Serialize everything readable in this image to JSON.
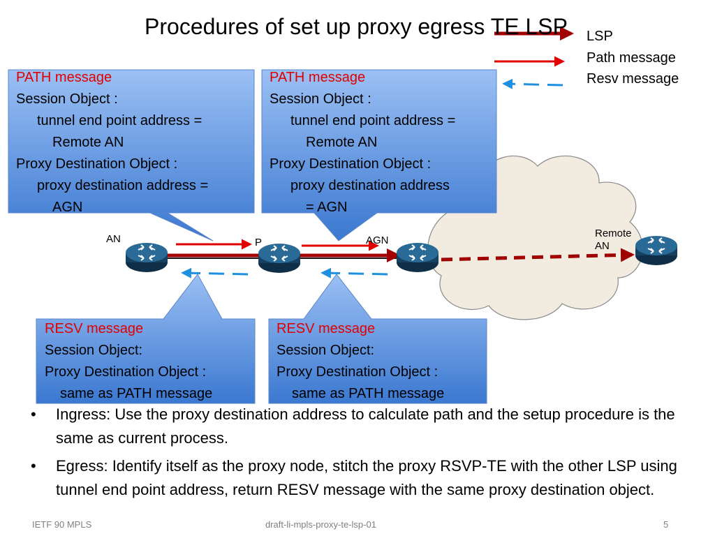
{
  "title": "Procedures of set up proxy egress TE LSP",
  "legend": {
    "lsp": "LSP",
    "path": "Path message",
    "resv": "Resv message"
  },
  "nodes": {
    "an": "AN",
    "p": "P",
    "agn": "AGN",
    "remote_an_1": "Remote",
    "remote_an_2": "AN"
  },
  "callouts": {
    "path_left": {
      "heading": "PATH message",
      "lines": [
        "Session Object :",
        "tunnel end point address =",
        "Remote AN",
        "Proxy Destination Object :",
        "proxy destination address =",
        "AGN"
      ]
    },
    "path_right": {
      "heading": "PATH message",
      "lines": [
        "Session Object :",
        "tunnel end point address =",
        "Remote AN",
        "Proxy Destination Object :",
        "proxy destination address",
        "= AGN"
      ]
    },
    "resv_left": {
      "heading": "RESV  message",
      "lines": [
        "Session Object:",
        "Proxy Destination Object :",
        "same as  PATH message"
      ]
    },
    "resv_right": {
      "heading": "RESV  message",
      "lines": [
        "Session Object:",
        "Proxy Destination Object :",
        "same as  PATH message"
      ]
    }
  },
  "bullets": [
    "Ingress: Use the proxy destination address to calculate path and the setup procedure is the same as current process.",
    "Egress: Identify itself as the proxy node, stitch the proxy RSVP-TE with the other LSP using tunnel end point address, return RESV message with the same proxy destination object."
  ],
  "footer": {
    "left": "IETF 90 MPLS",
    "center": "draft-li-mpls-proxy-te-lsp-01",
    "page": "5"
  },
  "colors": {
    "lsp": "#a00000",
    "path": "#e10000",
    "resv": "#1e90e0",
    "callout_top": "#9bc0f4",
    "callout_bottom": "#3b78d0",
    "router": "#1a4a6e",
    "cloud": "#f2ebe0"
  }
}
